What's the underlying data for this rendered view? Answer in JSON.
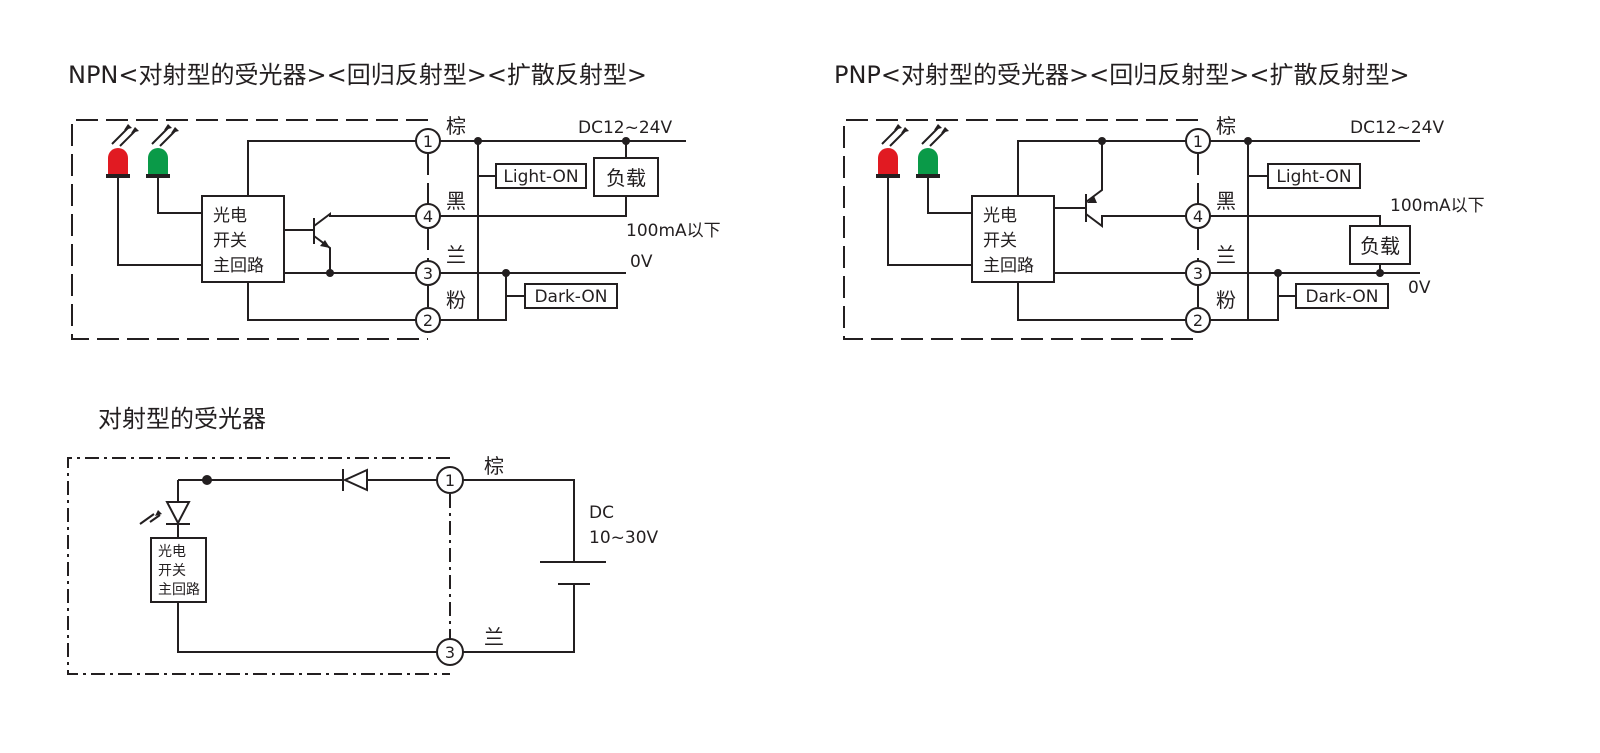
{
  "npn": {
    "title": "NPN<对射型的受光器><回归反射型><扩散反射型>",
    "block": [
      "光电",
      "开关",
      "主回路"
    ],
    "terminals": [
      "1",
      "4",
      "3",
      "2"
    ],
    "wires": [
      "棕",
      "黑",
      "兰",
      "粉"
    ],
    "supply": "DC12~24V",
    "current": "100mA以下",
    "zero": "0V",
    "light_on": "Light-ON",
    "dark_on": "Dark-ON",
    "load": "负载"
  },
  "pnp": {
    "title": "PNP<对射型的受光器><回归反射型><扩散反射型>",
    "block": [
      "光电",
      "开关",
      "主回路"
    ],
    "terminals": [
      "1",
      "4",
      "3",
      "2"
    ],
    "wires": [
      "棕",
      "黑",
      "兰",
      "粉"
    ],
    "supply": "DC12~24V",
    "current": "100mA以下",
    "zero": "0V",
    "light_on": "Light-ON",
    "dark_on": "Dark-ON",
    "load": "负载"
  },
  "receiver": {
    "title": "对射型的受光器",
    "block": [
      "光电",
      "开关",
      "主回路"
    ],
    "terminals": [
      "1",
      "3"
    ],
    "wires": [
      "棕",
      "兰"
    ],
    "supply": [
      "DC",
      "10~30V"
    ]
  },
  "colors": {
    "ink": "#231f20",
    "led_red": "#e11a22",
    "led_green": "#0a9a48"
  }
}
